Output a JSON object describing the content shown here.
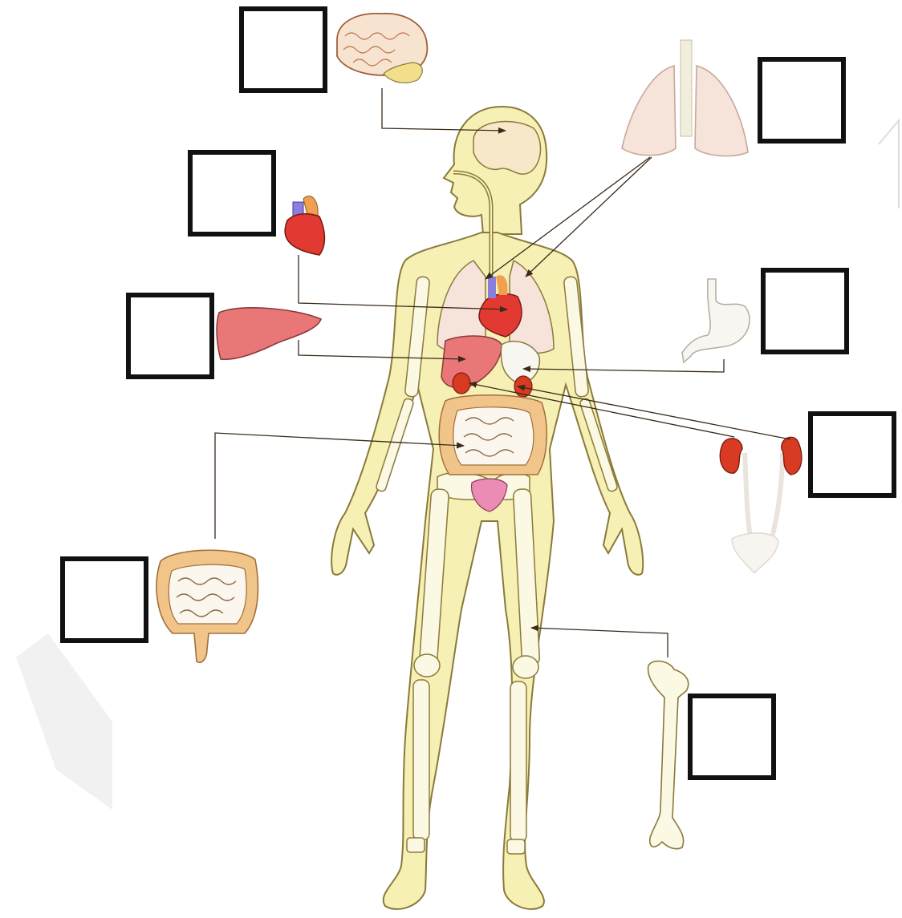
{
  "diagram": {
    "organs": [
      {
        "id": "brain",
        "icon": "brain-icon",
        "label": ""
      },
      {
        "id": "lungs",
        "icon": "lungs-icon",
        "label": ""
      },
      {
        "id": "heart",
        "icon": "heart-icon",
        "label": ""
      },
      {
        "id": "liver",
        "icon": "liver-icon",
        "label": ""
      },
      {
        "id": "stomach",
        "icon": "stomach-icon",
        "label": ""
      },
      {
        "id": "kidneys",
        "icon": "kidneys-icon",
        "label": ""
      },
      {
        "id": "intestines",
        "icon": "intestines-icon",
        "label": ""
      },
      {
        "id": "bone",
        "icon": "femur-bone-icon",
        "label": ""
      }
    ],
    "colors": {
      "skin": "#f7f0b4",
      "skin_outline": "#8a7a3a",
      "bone": "#fbf8e4",
      "lungs": "#f6e3da",
      "heart": "#e23a32",
      "liver": "#ea7777",
      "stomach": "#f8f6f0",
      "kidney": "#d83a22",
      "intestine": "#f1c48a",
      "bladder": "#ea8cb4",
      "brain": "#f6e3d0",
      "pointer": "#3a2a1a",
      "box_border": "#111111"
    }
  }
}
